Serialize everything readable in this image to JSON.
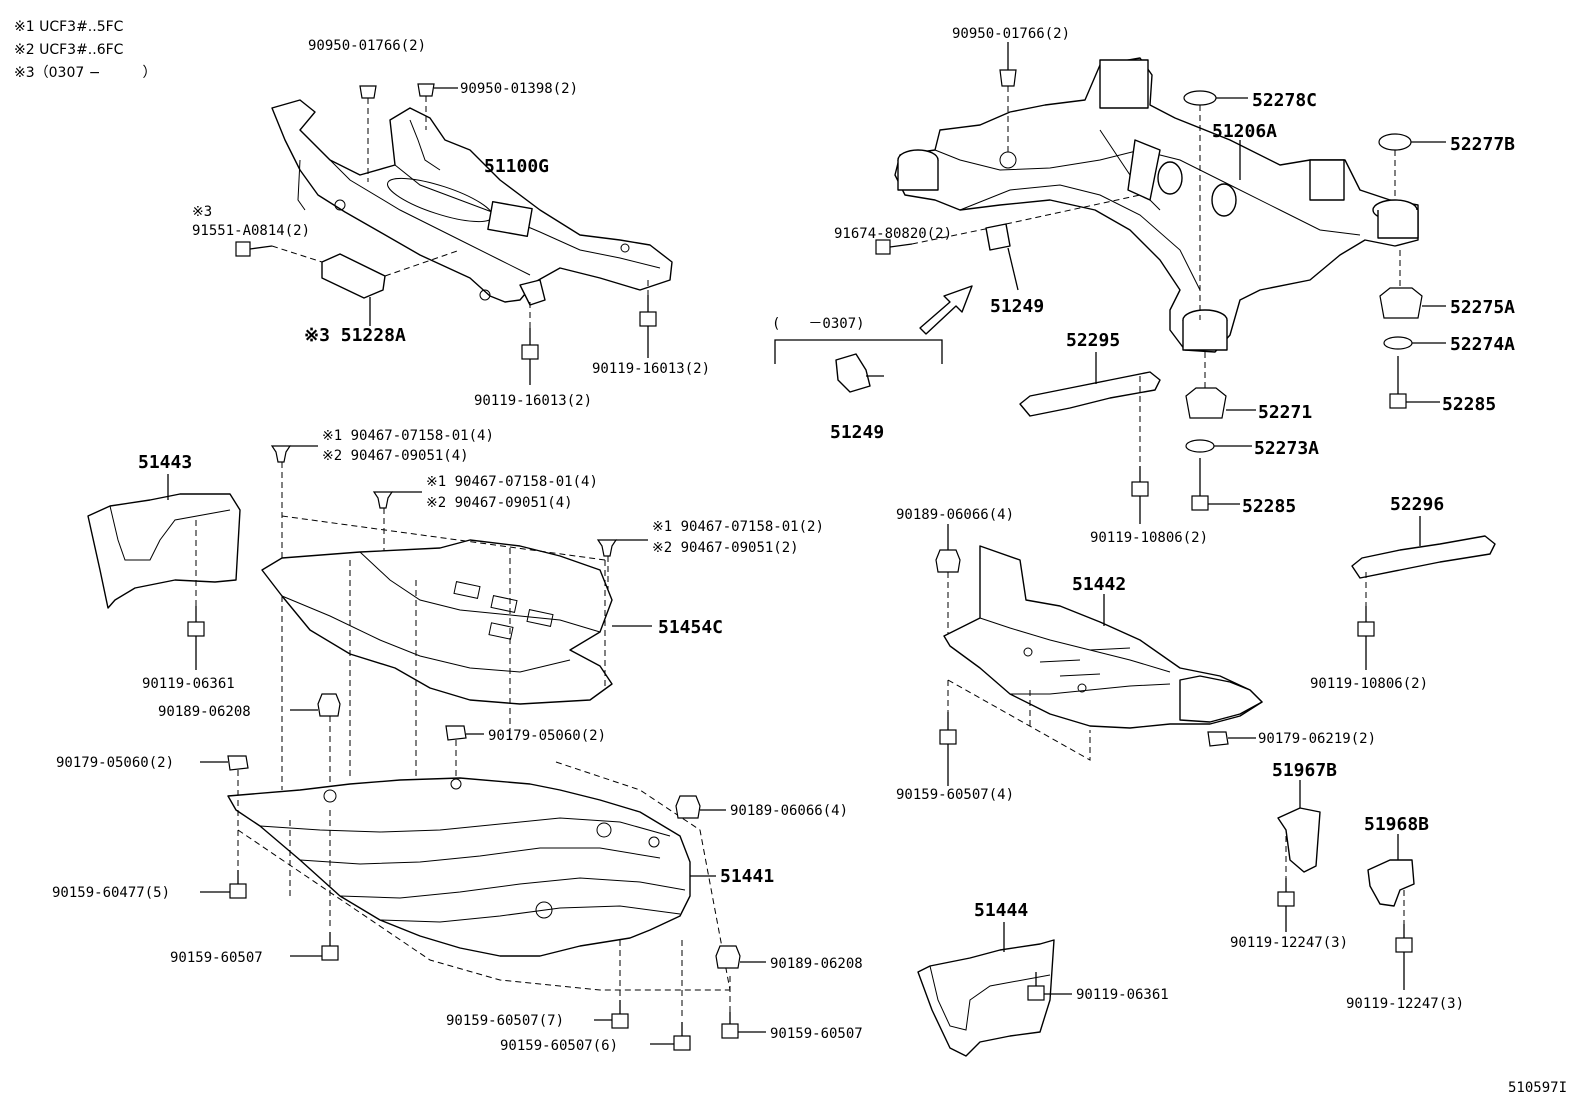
{
  "notes": {
    "n1": "※1 UCF3#..5FC",
    "n2": "※2 UCF3#..6FC",
    "n3": "※3（0307 −　　　）"
  },
  "labels": {
    "l_90950_01766_a": "90950-01766(2)",
    "l_90950_01398": "90950-01398(2)",
    "l_51100G": "51100G",
    "l_mark3_a": "※3",
    "l_91551": "91551-A0814(2)",
    "l_51228A": "※3 51228A",
    "l_90119_16013_a": "90119-16013(2)",
    "l_90119_16013_b": "90119-16013(2)",
    "l_90950_01766_b": "90950-01766(2)",
    "l_52278C": "52278C",
    "l_51206A": "51206A",
    "l_52277B": "52277B",
    "l_91674": "91674-80820(2)",
    "l_51249_a": "51249",
    "l_range": "(　　－0307)",
    "l_51249_b": "51249",
    "l_52295": "52295",
    "l_52275A": "52275A",
    "l_52274A": "52274A",
    "l_52271": "52271",
    "l_52285_a": "52285",
    "l_52273A": "52273A",
    "l_52285_b": "52285",
    "l_90119_10806_a": "90119-10806(2)",
    "l_52296": "52296",
    "l_90119_10806_b": "90119-10806(2)",
    "l_51443": "51443",
    "l_clip1_a": "※1 90467-07158-01(4)",
    "l_clip2_a": "※2 90467-09051(4)",
    "l_clip1_b": "※1 90467-07158-01(4)",
    "l_clip2_b": "※2 90467-09051(4)",
    "l_clip1_c": "※1 90467-07158-01(2)",
    "l_clip2_c": "※2 90467-09051(2)",
    "l_51454C": "51454C",
    "l_90119_06361_a": "90119-06361",
    "l_90189_06208_a": "90189-06208",
    "l_90179_05060_a": "90179-05060(2)",
    "l_90179_05060_b": "90179-05060(2)",
    "l_90189_06066_a": "90189-06066(4)",
    "l_51441": "51441",
    "l_90159_60477": "90159-60477(5)",
    "l_90159_60507_a": "90159-60507",
    "l_90189_06208_b": "90189-06208",
    "l_90159_60507_7": "90159-60507(7)",
    "l_90159_60507_b": "90159-60507",
    "l_90159_60507_6": "90159-60507(6)",
    "l_90189_06066_b": "90189-06066(4)",
    "l_51442": "51442",
    "l_90159_60507_4": "90159-60507(4)",
    "l_90179_06219": "90179-06219(2)",
    "l_51967B": "51967B",
    "l_51968B": "51968B",
    "l_90119_12247_a": "90119-12247(3)",
    "l_90119_12247_b": "90119-12247(3)",
    "l_51444": "51444",
    "l_90119_06361_b": "90119-06361",
    "l_ref": "510597I"
  }
}
